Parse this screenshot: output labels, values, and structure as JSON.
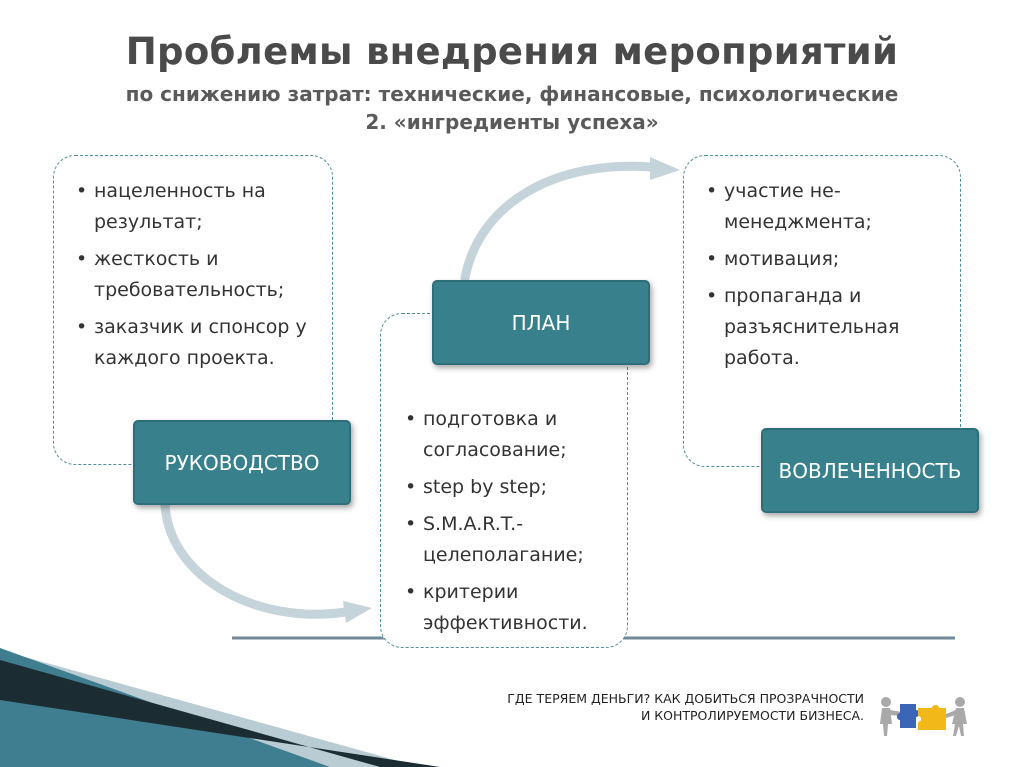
{
  "header": {
    "title": "Проблемы внедрения мероприятий",
    "subtitle_line1": "по снижению затрат: технические, финансовые, психологические",
    "subtitle_line2": "2. «ингредиенты успеха»"
  },
  "blocks": {
    "leadership": {
      "label": "РУКОВОДСТВО",
      "items": [
        "нацеленность на результат;",
        "жесткость и требовательность;",
        "заказчик и спонсор у каждого проекта."
      ]
    },
    "plan": {
      "label": "ПЛАН",
      "items": [
        "подготовка и согласование;",
        "step by step;",
        "S.M.A.R.T.-целеполагание;",
        "критерии эффективности."
      ]
    },
    "involvement": {
      "label": "ВОВЛЕЧЕННОСТЬ",
      "items": [
        "участие не-менеджмента;",
        "мотивация;",
        "пропаганда и разъяснительная работа."
      ]
    }
  },
  "footer": {
    "line1": "ГДЕ ТЕРЯЕМ ДЕНЬГИ? КАК ДОБИТЬСЯ ПРОЗРАЧНОСТИ",
    "line2": "И КОНТРОЛИРУЕМОСТИ БИЗНЕСА."
  },
  "colors": {
    "accent": "#38808c",
    "arrow": "#c5d3da",
    "stripe": "#6f8a96"
  },
  "icons": [
    "puzzle-people-icon"
  ]
}
